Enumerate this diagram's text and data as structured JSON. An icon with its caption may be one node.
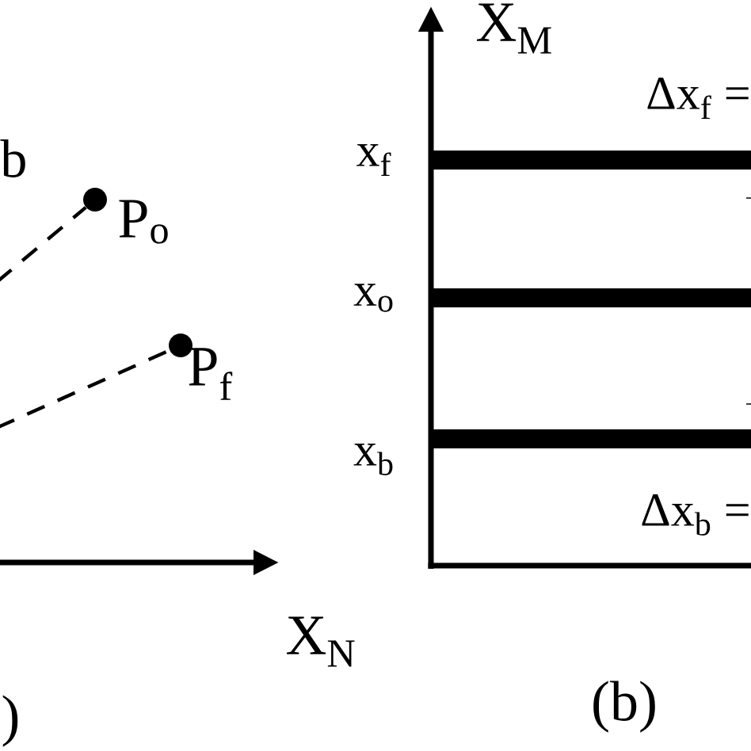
{
  "diagram": {
    "nodes": [
      {
        "text": [],
        "shape": "circle",
        "beside": [
          "P$_{o}$"
        ]
      },
      {
        "text": [],
        "shape": "circle",
        "beside": [
          "P$_{f}$"
        ]
      }
    ],
    "edges": [
      {
        "from": null,
        "to": 0,
        "arrow": "none",
        "style": "dashed"
      },
      {
        "from": null,
        "to": 1,
        "arrow": "none",
        "style": "dashed"
      }
    ],
    "labels": [
      "b",
      "X$_{N}$",
      ")",
      "X$_{M}$",
      "Δx$_{f}$ =",
      "x$_{f}$",
      "x$_{o}$",
      "x$_{b}$",
      "Δx$_{b}$ =",
      "(b)"
    ]
  }
}
